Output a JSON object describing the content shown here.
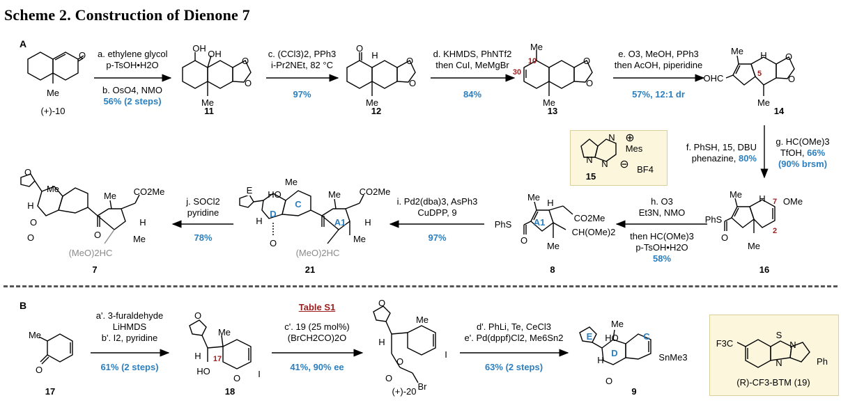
{
  "title": "Scheme 2. Construction of Dienone 7",
  "panels": {
    "a": "A",
    "b": "B"
  },
  "compounds": {
    "c10": "(+)-10",
    "c11": "11",
    "c12": "12",
    "c13": "13",
    "c14": "14",
    "c15": "15",
    "c16": "16",
    "c8": "8",
    "c21": "21",
    "c7": "7",
    "c17": "17",
    "c18": "18",
    "c20": "(+)-20",
    "c9": "9",
    "c19": "(R)-CF3-BTM (19)"
  },
  "steps": {
    "s1_line1": "a. ethylene glycol",
    "s1_line2": "p-TsOH•H2O",
    "s1_line3": "b. OsO4, NMO",
    "s1_yield": "56% (2 steps)",
    "s2_line1": "c. (CCl3)2, PPh3",
    "s2_line2": "i-Pr2NEt, 82 °C",
    "s2_yield": "97%",
    "s3_line1": "d. KHMDS, PhNTf2",
    "s3_line2": "then CuI, MeMgBr",
    "s3_yield": "84%",
    "s4_line1": "e. O3, MeOH, PPh3",
    "s4_line2": "then AcOH, piperidine",
    "s4_yield": "57%, 12:1 dr",
    "s5_line1": "f. PhSH, 15, DBU",
    "s5_line2": "phenazine,",
    "s5_yield": "80%",
    "s6_line1": "g. HC(OMe)3",
    "s6_line2": "TfOH,",
    "s6_yield": "66%",
    "s6_brsm": "(90% brsm)",
    "s7_line1": "h. O3",
    "s7_line2": "Et3N, NMO",
    "s7_line3": "then HC(OMe)3",
    "s7_line4": "p-TsOH•H2O",
    "s7_yield": "58%",
    "s8_line1": "i. Pd2(dba)3, AsPh3",
    "s8_line2": "CuDPP, 9",
    "s8_yield": "97%",
    "s9_line1": "j. SOCl2",
    "s9_line2": "pyridine",
    "s9_yield": "78%",
    "b1_line1": "a'. 3-furaldehyde",
    "b1_line2": "LiHMDS",
    "b1_line3": "b'. I2, pyridine",
    "b1_yield": "61% (2 steps)",
    "b2_top": "Table S1",
    "b2_line1": "c'. 19 (25 mol%)",
    "b2_line2": "(BrCH2CO)2O",
    "b2_yield": "41%, 90% ee",
    "b3_line1": "d'. PhLi, Te, CeCl3",
    "b3_line2": "e'. Pd(dppf)Cl2, Me6Sn2",
    "b3_yield": "63% (2 steps)"
  },
  "atoms": {
    "OH": "OH",
    "O": "O",
    "Me": "Me",
    "H": "H",
    "OHC": "OHC",
    "PhS": "PhS",
    "OMe": "OMe",
    "CO2Me": "CO2Me",
    "CH_OMe2": "CH(OMe)2",
    "MeO2HC": "(MeO)2HC",
    "HO": "HO",
    "I": "I",
    "Br": "Br",
    "SnMe3": "SnMe3",
    "Mes": "Mes",
    "BF4": "BF4",
    "N": "N",
    "S": "S",
    "Ph": "Ph",
    "F3C": "F3C",
    "plus": "⊕",
    "minus": "⊖"
  },
  "ring_labels": {
    "A1": "A1",
    "C": "C",
    "D": "D",
    "E": "E"
  },
  "numbering": {
    "n10": "10",
    "n30": "30",
    "n5": "5",
    "n7": "7",
    "n2": "2",
    "n17": "17"
  },
  "colors": {
    "yield": "#2b7fbf",
    "numbering": "#9b1c1c",
    "ring_label": "#2b7fbf",
    "highlight_box": "#fbf6dc",
    "grey_chain": "#8a8a8a"
  }
}
